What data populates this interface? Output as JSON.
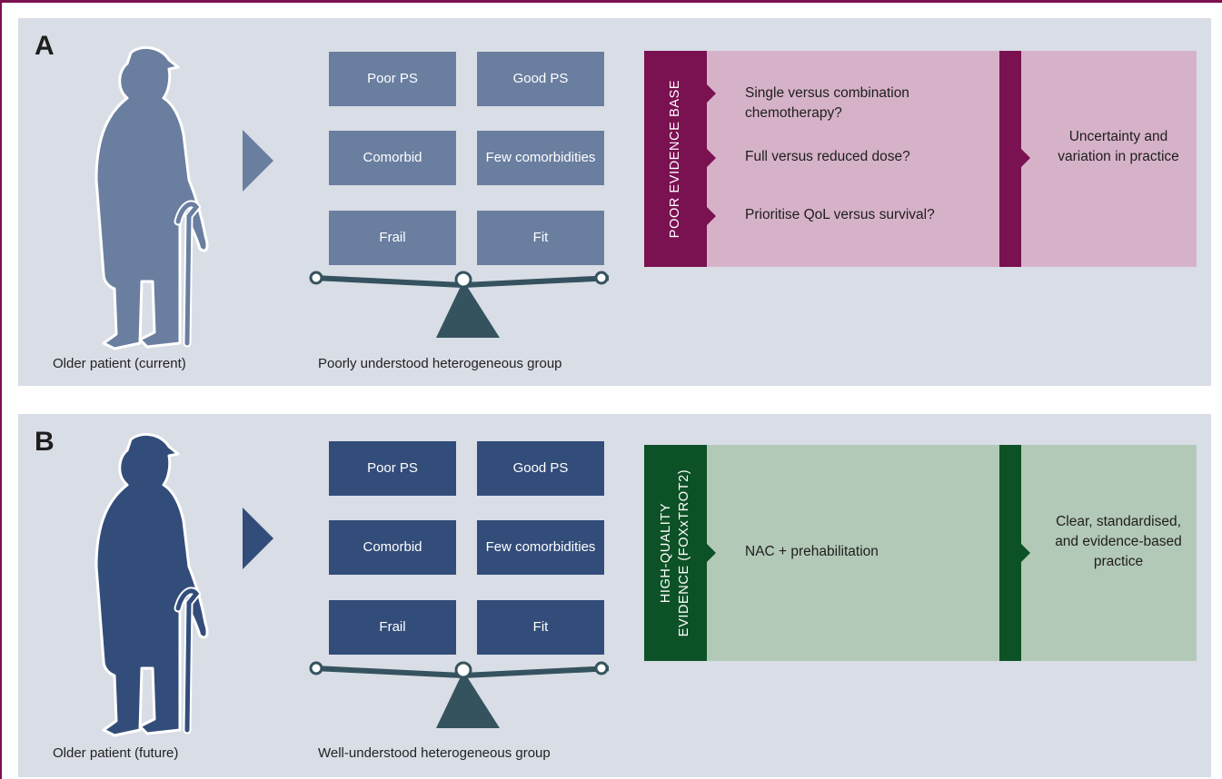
{
  "colors": {
    "frame": "#7a1150",
    "panel_bg": "#d9dde6",
    "current_blue": "#6a7ea0",
    "future_blue": "#334d7a",
    "poor_band": "#7a1150",
    "poor_bg": "#d6b2c8",
    "high_band": "#0d5226",
    "high_bg": "#b3c9b7",
    "seesaw": "#35535e"
  },
  "panel_a": {
    "letter": "A",
    "figure_caption": "Older patient (current)",
    "groups": [
      "Poor PS",
      "Good PS",
      "Comorbid",
      "Few comorbidities",
      "Frail",
      "Fit"
    ],
    "group_caption": "Poorly understood heterogeneous group",
    "evidence_label": "POOR EVIDENCE BASE",
    "questions": [
      "Single versus combination chemotherapy?",
      "Full versus reduced dose?",
      "Prioritise QoL versus survival?"
    ],
    "outcome": "Uncertainty and variation in practice"
  },
  "panel_b": {
    "letter": "B",
    "figure_caption": "Older patient (future)",
    "groups": [
      "Poor PS",
      "Good PS",
      "Comorbid",
      "Few comorbidities",
      "Frail",
      "Fit"
    ],
    "group_caption": "Well-understood heterogeneous group",
    "evidence_label_line1": "HIGH-QUALITY",
    "evidence_label_line2": "EVIDENCE (FOXxTROT2)",
    "questions": [
      "NAC + prehabilitation"
    ],
    "outcome": "Clear, standardised, and evidence-based practice"
  }
}
